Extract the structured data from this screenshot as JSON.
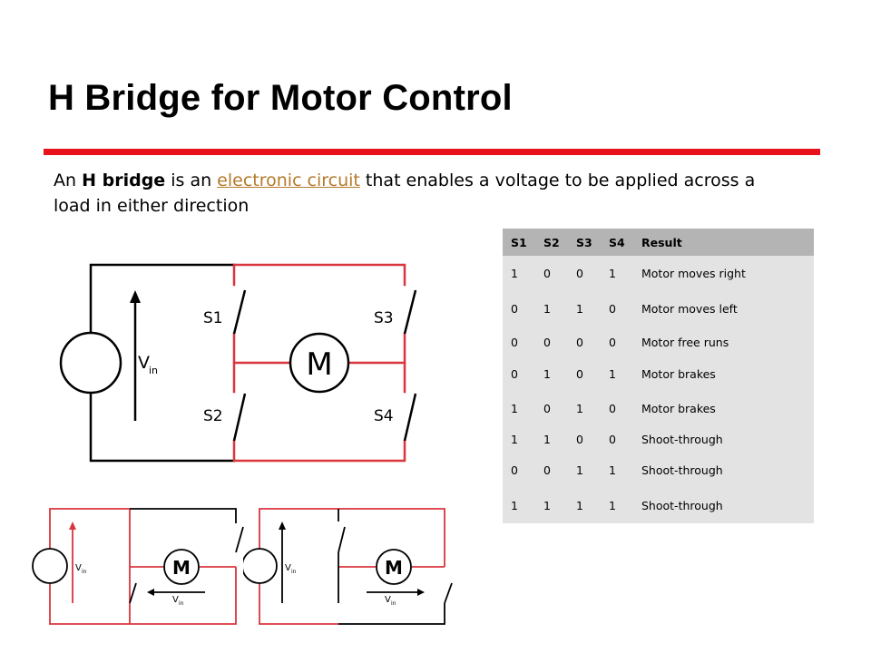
{
  "slide": {
    "title": "H Bridge for Motor Control",
    "intro": {
      "prefix": "An ",
      "bold": "H bridge",
      "middle": " is an ",
      "link": "electronic circuit",
      "suffix": " that enables a voltage to be applied across a load in either direction"
    }
  },
  "colors": {
    "accent": "#e8121c",
    "link": "#b57a2a",
    "wire_red": "#d9363e",
    "table_bg": "#e3e3e3",
    "table_header": "#b4b4b4"
  },
  "truth_table": {
    "headers": [
      "S1",
      "S2",
      "S3",
      "S4",
      "Result"
    ],
    "rows": [
      [
        "1",
        "0",
        "0",
        "1",
        "Motor moves right"
      ],
      [
        "0",
        "1",
        "1",
        "0",
        "Motor moves left"
      ],
      [
        "0",
        "0",
        "0",
        "0",
        "Motor free runs"
      ],
      [
        "0",
        "1",
        "0",
        "1",
        "Motor brakes"
      ],
      [
        "1",
        "0",
        "1",
        "0",
        "Motor brakes"
      ],
      [
        "1",
        "1",
        "0",
        "0",
        "Shoot-through"
      ],
      [
        "0",
        "0",
        "1",
        "1",
        "Shoot-through"
      ],
      [
        "1",
        "1",
        "1",
        "1",
        "Shoot-through"
      ]
    ]
  },
  "diagram": {
    "main": {
      "switch_labels": [
        "S1",
        "S2",
        "S3",
        "S4"
      ],
      "motor_label": "M",
      "source_label": "V",
      "source_sub": "in"
    },
    "mini_left": {
      "motor_label": "M",
      "source_label": "V",
      "source_sub": "in",
      "load_label": "V",
      "load_sub": "in"
    },
    "mini_right": {
      "motor_label": "M",
      "source_label": "V",
      "source_sub": "in",
      "load_label": "V",
      "load_sub": "in"
    }
  }
}
